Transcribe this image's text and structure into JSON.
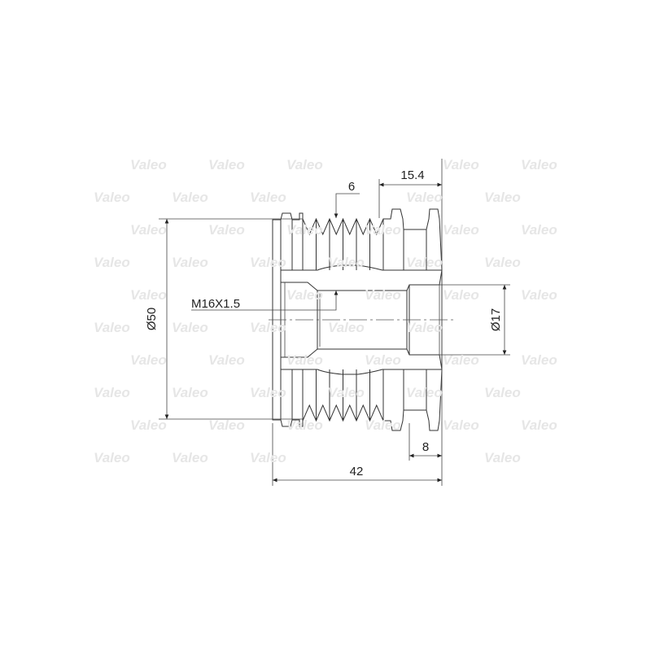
{
  "watermark": "Valeo",
  "dimensions": {
    "outer_diameter": "Ø50",
    "bore_diameter": "Ø17",
    "thread": "M16X1.5",
    "overall_length": "42",
    "groove_count": "6",
    "offset_length": "15.4",
    "flange_length": "8"
  },
  "colors": {
    "line": "#333333",
    "watermark": "#ededed"
  }
}
